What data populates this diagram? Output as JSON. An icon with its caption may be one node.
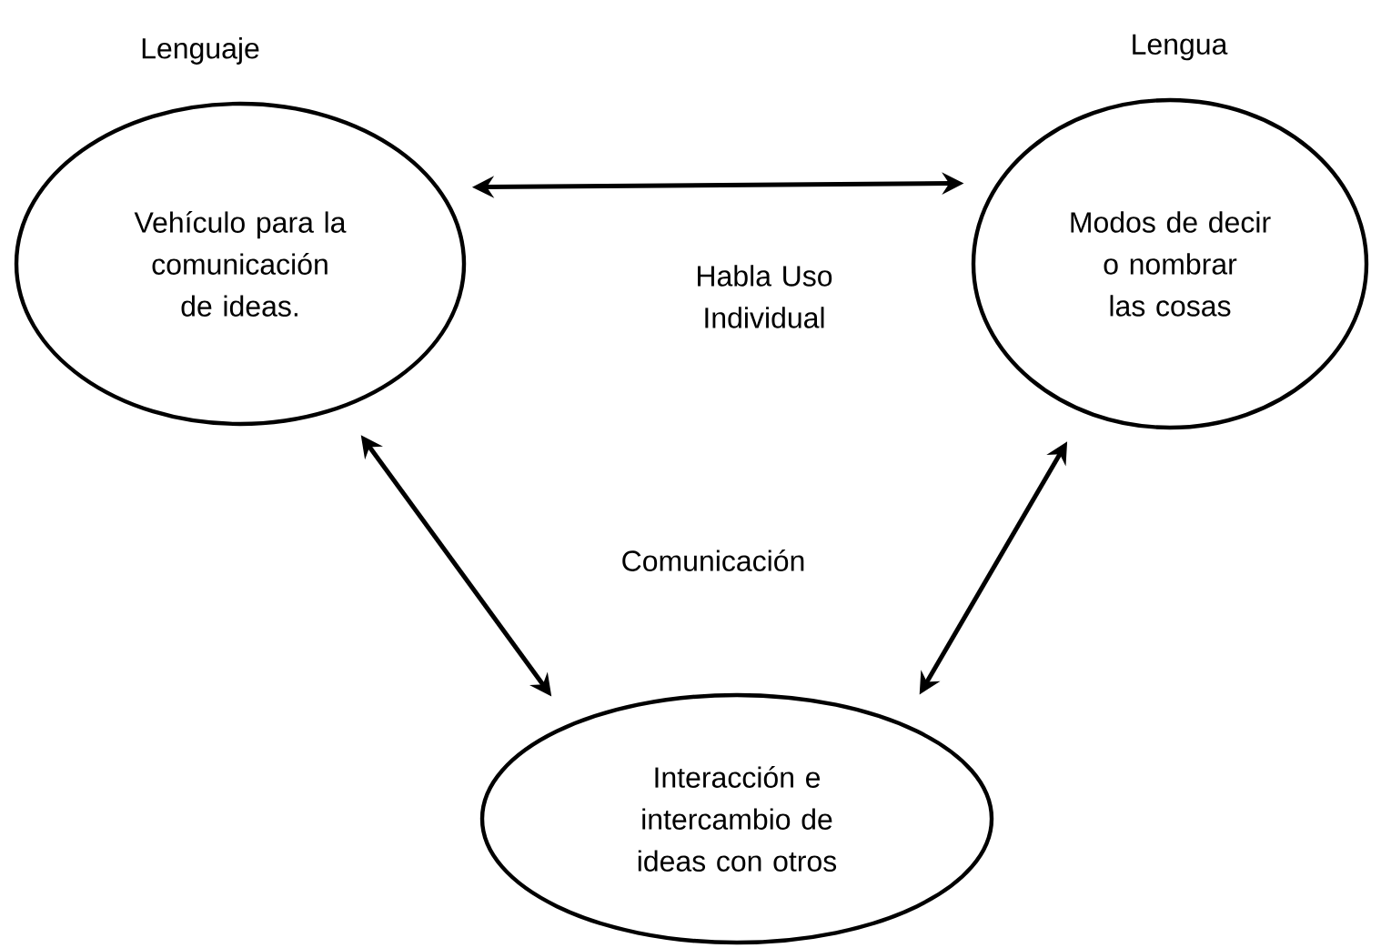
{
  "diagram": {
    "nodes": [
      {
        "text": [
          "Lenguaje",
          "Vehículo para la comunicación de ideas."
        ]
      },
      {
        "text": [
          "Lengua",
          "Modos de decir o nombrar las cosas"
        ]
      },
      {
        "text": [
          "Comunicación",
          "Interacción e intercambio de ideas con otros"
        ]
      }
    ],
    "edges": [
      {
        "from": 0,
        "to": 1,
        "arrow": "both",
        "label": "Habla Uso Individual"
      },
      {
        "from": 0,
        "to": 2,
        "arrow": "both"
      },
      {
        "from": 1,
        "to": 2,
        "arrow": "both"
      }
    ]
  }
}
